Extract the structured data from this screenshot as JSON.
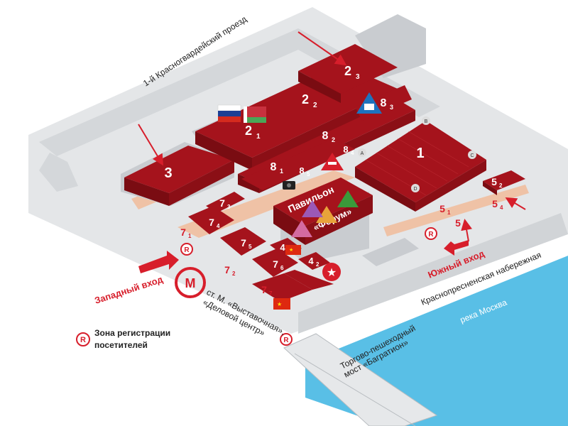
{
  "roads": {
    "north": "1-й Красногвардейский проезд",
    "south": "Краснопресненская набережная",
    "river": "река Москва"
  },
  "metro": {
    "line1": "ст. М. «Выставочная»,",
    "line2": "«Деловой центр»"
  },
  "bridge": {
    "line1": "Торгово-пешеходный",
    "line2": "мост «Багратион»"
  },
  "entrances": {
    "west": "Западный вход",
    "south": "Южный вход"
  },
  "pavilion": {
    "line1": "Павильон",
    "line2": "«Форум»"
  },
  "legend": {
    "marker": "R",
    "line1": "Зона регистрации",
    "line2": "посетителей"
  },
  "halls": {
    "h1": {
      "main": "1",
      "sub": ""
    },
    "h2_1": {
      "main": "2",
      "sub": "1"
    },
    "h2_2": {
      "main": "2",
      "sub": "2"
    },
    "h2_3": {
      "main": "2",
      "sub": "3"
    },
    "h3": {
      "main": "3",
      "sub": ""
    },
    "h4_1": {
      "main": "4",
      "sub": "1"
    },
    "h4_2": {
      "main": "4",
      "sub": "2"
    },
    "h5_1": {
      "main": "5",
      "sub": "1"
    },
    "h5_2": {
      "main": "5",
      "sub": "2"
    },
    "h5_3": {
      "main": "5",
      "sub": "3"
    },
    "h5_4": {
      "main": "5",
      "sub": "4"
    },
    "h7_1": {
      "main": "7",
      "sub": "1"
    },
    "h7_2": {
      "main": "7",
      "sub": "2"
    },
    "h7_3": {
      "main": "7",
      "sub": "3"
    },
    "h7_4": {
      "main": "7",
      "sub": "4"
    },
    "h7_5": {
      "main": "7",
      "sub": "5"
    },
    "h7_6": {
      "main": "7",
      "sub": "6"
    },
    "h7_7": {
      "main": "7",
      "sub": "7"
    },
    "h8_1": {
      "main": "8",
      "sub": "1"
    },
    "h8_2": {
      "main": "8",
      "sub": "2"
    },
    "h8_3": {
      "main": "8",
      "sub": "3"
    },
    "h8_4": {
      "main": "8",
      "sub": "4"
    },
    "h8_5": {
      "main": "8",
      "sub": "5"
    }
  },
  "corner_marks": {
    "a": "A",
    "b": "B",
    "c": "C",
    "d": "D"
  },
  "colors": {
    "hall_red": "#a5131c",
    "hall_dark": "#7a0c12",
    "ground": "#dfe1e3",
    "road": "#cfd2d5",
    "walk": "#efc2a6",
    "river": "#59bfe6",
    "accent": "#d71e2b"
  },
  "icons": [
    "flag-russia-icon",
    "flag-belarus-icon",
    "flag-china-icon",
    "bus-icon",
    "graduation-icon",
    "camera-icon",
    "star-icon",
    "metro-icon",
    "registration-icon"
  ]
}
